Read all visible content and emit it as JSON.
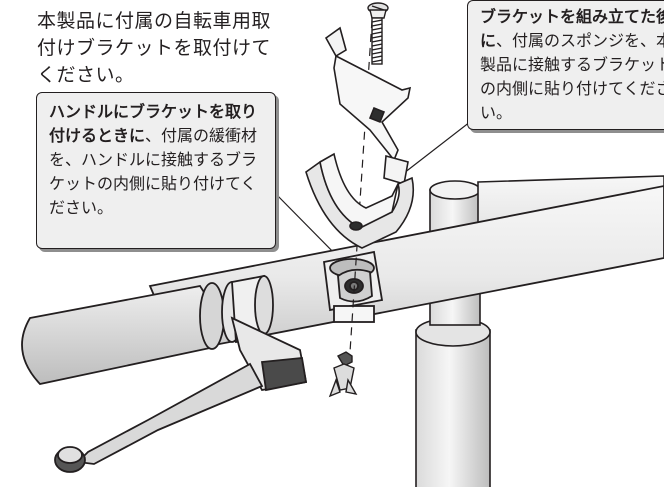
{
  "intro_text": "本製品に付属の自転車用取付けブラケットを取付けてください。",
  "callout_left": {
    "bold": "ハンドルにブラケットを取り付けるときに",
    "rest": "、付属の緩衝材を、ハンドルに接触するブラケットの内側に貼り付けてください。"
  },
  "callout_right": {
    "bold": "ブラケットを組み立てた後に",
    "rest": "、付属のスポンジを、本製品に接触するブラケットの内側に貼り付けてください。"
  }
}
